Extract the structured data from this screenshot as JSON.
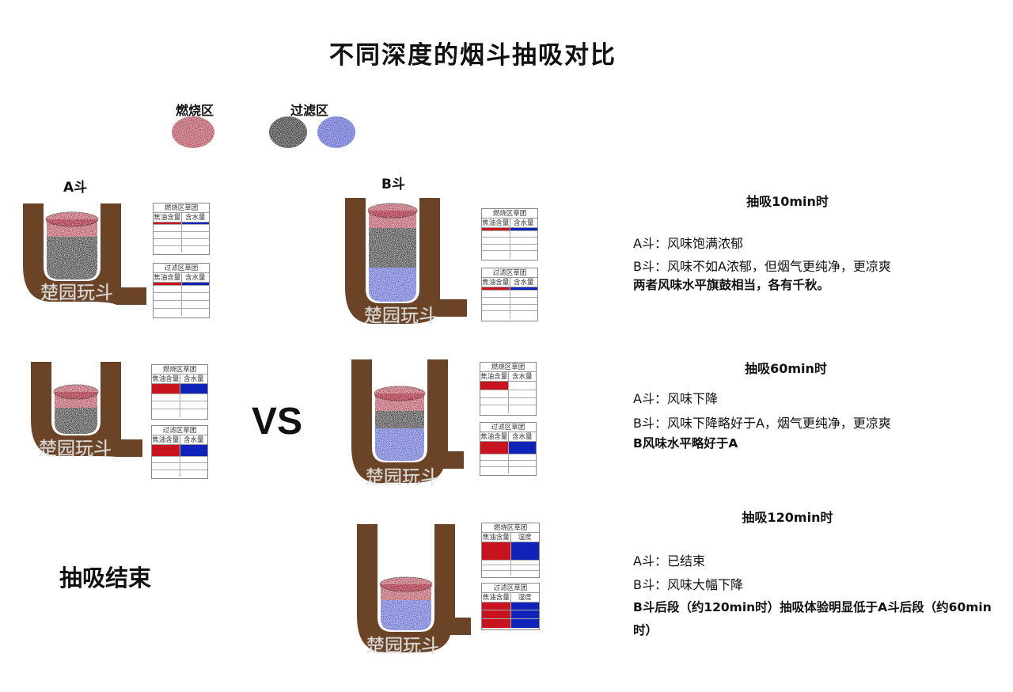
{
  "title": "不同深度的烟斗抽吸对比",
  "legend": {
    "burn_label": "燃烧区",
    "filter_label": "过滤区"
  },
  "labels": {
    "pipe_a": "A斗",
    "pipe_b": "B斗",
    "vs": "VS",
    "ended": "抽吸结束",
    "watermark": "楚园玩斗"
  },
  "table": {
    "burn_caption": "燃烧区草团",
    "filter_caption": "过滤区草团",
    "col_tar": "焦油含量",
    "col_water": "含水量",
    "col_humidity": "湿度"
  },
  "colors": {
    "pipe_wood": "#6b4427",
    "burn_zone": "#a3283a",
    "filter_black": "#111111",
    "filter_blue": "#3d46c4",
    "tar_red": "#c8141e",
    "water_blue": "#1023b8"
  },
  "sections": [
    {
      "heading": "抽吸10min时",
      "line_a": "A斗：风味饱满浓郁",
      "line_b": "B斗：风味不如A浓郁，但烟气更纯净，更凉爽",
      "conclusion": "两者风味水平旗鼓相当，各有千秋。"
    },
    {
      "heading": "抽吸60min时",
      "line_a": "A斗：风味下降",
      "line_b": "B斗：风味下降略好于A，烟气更纯净，更凉爽",
      "conclusion": "B风味水平略好于A"
    },
    {
      "heading": "抽吸120min时",
      "line_a": "A斗：已结束",
      "line_b": "B斗：风味大幅下降",
      "conclusion": "B斗后段（约120min时）抽吸体验明显低于A斗后段（约60min时）"
    }
  ]
}
